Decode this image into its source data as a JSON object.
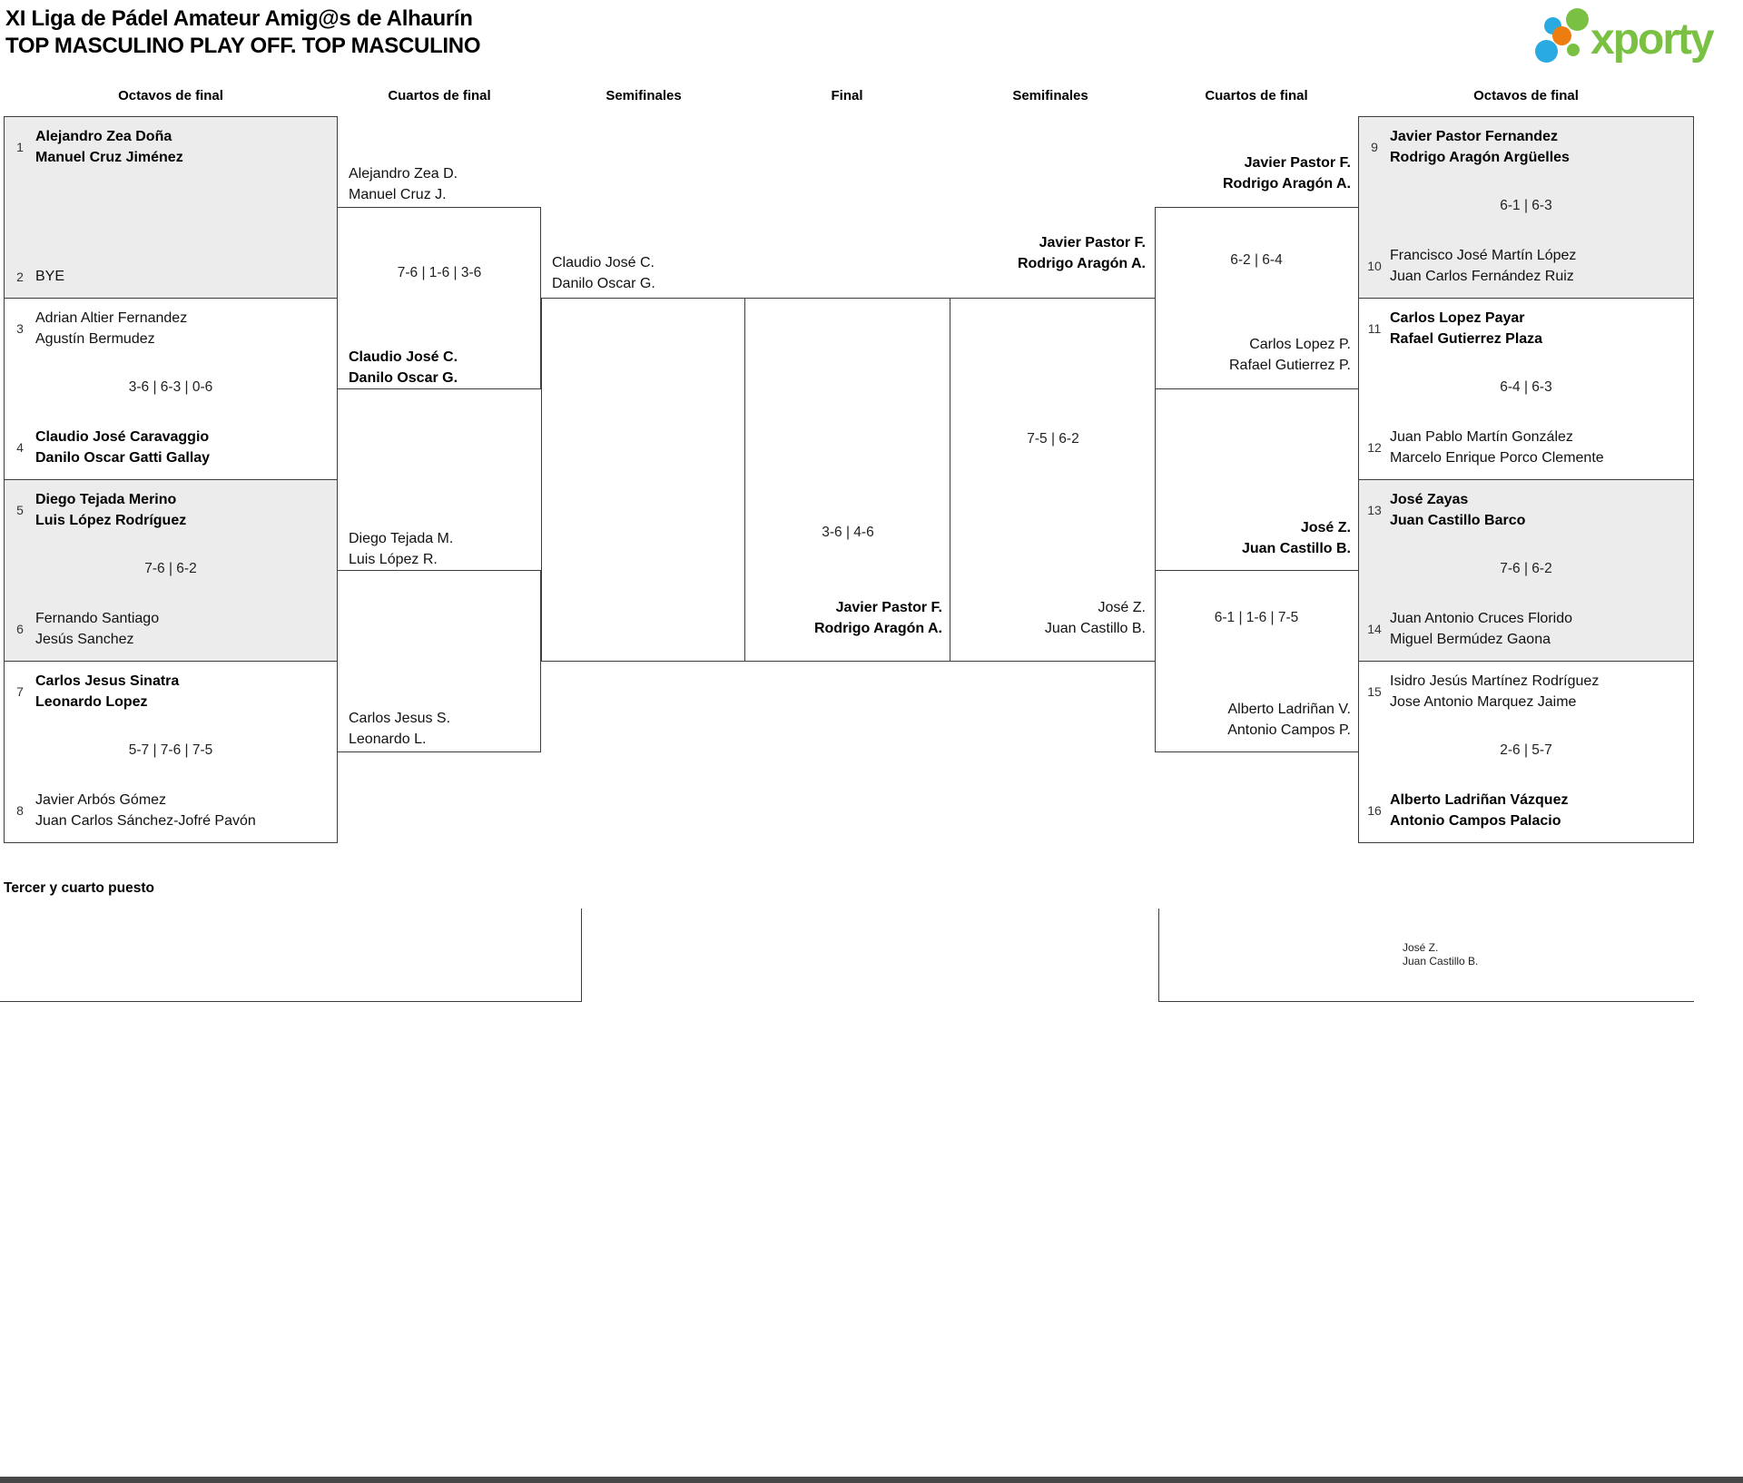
{
  "title": {
    "line1": "XI Liga de Pádel Amateur Amig@s de Alhaurín",
    "line2": "TOP MASCULINO PLAY OFF. TOP MASCULINO"
  },
  "logo": {
    "text": "xporty"
  },
  "round_headers": [
    "Octavos de final",
    "Cuartos de final",
    "Semifinales",
    "Final",
    "Semifinales",
    "Cuartos de final",
    "Octavos de final"
  ],
  "bracket": {
    "left_octavos": [
      {
        "shaded": true,
        "team_a": {
          "seed": "1",
          "lines": [
            "Alejandro Zea Doña",
            "Manuel Cruz Jiménez"
          ],
          "winner": true
        },
        "score": "",
        "team_b": {
          "seed": "2",
          "lines": [
            "BYE"
          ],
          "winner": false
        }
      },
      {
        "shaded": false,
        "team_a": {
          "seed": "3",
          "lines": [
            "Adrian Altier Fernandez",
            "Agustín Bermudez"
          ],
          "winner": false
        },
        "score": "3-6 | 6-3 | 0-6",
        "team_b": {
          "seed": "4",
          "lines": [
            "Claudio José Caravaggio",
            "Danilo Oscar Gatti Gallay"
          ],
          "winner": true
        }
      },
      {
        "shaded": true,
        "team_a": {
          "seed": "5",
          "lines": [
            "Diego Tejada Merino",
            "Luis López Rodríguez"
          ],
          "winner": true
        },
        "score": "7-6 | 6-2",
        "team_b": {
          "seed": "6",
          "lines": [
            "Fernando Santiago",
            "Jesús Sanchez"
          ],
          "winner": false
        }
      },
      {
        "shaded": false,
        "team_a": {
          "seed": "7",
          "lines": [
            "Carlos Jesus Sinatra",
            "Leonardo Lopez"
          ],
          "winner": true
        },
        "score": "5-7 | 7-6 | 7-5",
        "team_b": {
          "seed": "8",
          "lines": [
            "Javier Arbós Gómez",
            "Juan Carlos Sánchez-Jofré Pavón"
          ],
          "winner": false
        }
      }
    ],
    "right_octavos": [
      {
        "shaded": true,
        "team_a": {
          "seed": "9",
          "lines": [
            "Javier Pastor Fernandez",
            "Rodrigo Aragón Argüelles"
          ],
          "winner": true
        },
        "score": "6-1 | 6-3",
        "team_b": {
          "seed": "10",
          "lines": [
            "Francisco José Martín López",
            "Juan Carlos Fernández Ruiz"
          ],
          "winner": false
        }
      },
      {
        "shaded": false,
        "team_a": {
          "seed": "11",
          "lines": [
            "Carlos Lopez Payar",
            "Rafael Gutierrez Plaza"
          ],
          "winner": true
        },
        "score": "6-4 | 6-3",
        "team_b": {
          "seed": "12",
          "lines": [
            "Juan Pablo Martín González",
            "Marcelo Enrique Porco Clemente"
          ],
          "winner": false
        }
      },
      {
        "shaded": true,
        "team_a": {
          "seed": "13",
          "lines": [
            "José Zayas",
            "Juan Castillo Barco"
          ],
          "winner": true
        },
        "score": "7-6 | 6-2",
        "team_b": {
          "seed": "14",
          "lines": [
            "Juan Antonio Cruces Florido",
            "Miguel Bermúdez Gaona"
          ],
          "winner": false
        }
      },
      {
        "shaded": false,
        "team_a": {
          "seed": "15",
          "lines": [
            "Isidro Jesús Martínez Rodríguez",
            "Jose Antonio Marquez Jaime"
          ],
          "winner": false
        },
        "score": "2-6 | 5-7",
        "team_b": {
          "seed": "16",
          "lines": [
            "Alberto Ladriñan Vázquez",
            "Antonio Campos Palacio"
          ],
          "winner": true
        }
      }
    ],
    "left_quarterfinals": [
      {
        "top": {
          "lines": [
            "Alejandro Zea D.",
            "Manuel Cruz J."
          ],
          "winner": false
        },
        "score": "7-6 | 1-6 | 3-6",
        "bottom": {
          "lines": [
            "Claudio José C.",
            "Danilo Oscar G."
          ],
          "winner": true
        }
      },
      {
        "top": {
          "lines": [
            "Diego Tejada M.",
            "Luis López R."
          ],
          "winner": false
        },
        "score": "",
        "bottom": {
          "lines": [
            "Carlos Jesus S.",
            "Leonardo L."
          ],
          "winner": false
        }
      }
    ],
    "right_quarterfinals": [
      {
        "top": {
          "lines": [
            "Javier Pastor F.",
            "Rodrigo Aragón A."
          ],
          "winner": true
        },
        "score": "6-2 | 6-4",
        "bottom": {
          "lines": [
            "Carlos Lopez P.",
            "Rafael Gutierrez P."
          ],
          "winner": false
        }
      },
      {
        "top": {
          "lines": [
            "José Z.",
            "Juan Castillo B."
          ],
          "winner": true
        },
        "score": "6-1 | 1-6 | 7-5",
        "bottom": {
          "lines": [
            "Alberto Ladriñan V.",
            "Antonio Campos P."
          ],
          "winner": false
        }
      }
    ],
    "semifinal_left": {
      "top": {
        "lines": [
          "Claudio José C.",
          "Danilo Oscar G."
        ],
        "winner": false
      },
      "score": ""
    },
    "semifinal_right": {
      "top": {
        "lines": [
          "Javier Pastor F.",
          "Rodrigo Aragón A."
        ],
        "winner": true
      },
      "score": "7-5 | 6-2",
      "bottom": {
        "lines": [
          "José Z.",
          "Juan Castillo B."
        ],
        "winner": false
      }
    },
    "final": {
      "score": "3-6 | 4-6",
      "winner": {
        "lines": [
          "Javier Pastor F.",
          "Rodrigo Aragón A."
        ],
        "winner": true
      }
    }
  },
  "third_place": {
    "title": "Tercer y cuarto puesto",
    "team": [
      "José Z.",
      "Juan Castillo B."
    ]
  },
  "colors": {
    "brand_green": "#7AC143",
    "brand_blue": "#29ABE2",
    "brand_orange": "#EE7D11",
    "shaded_box": "#ececec",
    "line": "#3d3d3d"
  }
}
